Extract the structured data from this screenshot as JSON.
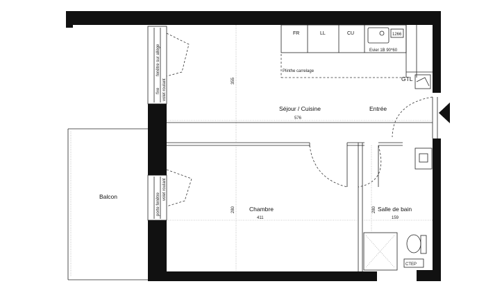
{
  "rooms": {
    "sejour": "Séjour / Cuisine",
    "entree": "Entrée",
    "chambre": "Chambre",
    "sdb": "Salle de bain",
    "balcon": "Balcon"
  },
  "dimensions": {
    "sejour_height": "355",
    "sejour_width": "576",
    "chambre_height": "280",
    "chambre_width": "411",
    "sdb_height": "280",
    "sdb_width": "159"
  },
  "kitchen": {
    "fr": "FR",
    "ll": "LL",
    "cu": "CU",
    "evier": "Evier 1B 90*60",
    "plinthe": "Plinthe carrelage",
    "hotte": "1266"
  },
  "windows": {
    "top_fixe": "fixe",
    "top_fenetre": "fenêtre sur allège",
    "top_volet": "volet roulant",
    "bottom_porte": "porte fenêtre",
    "bottom_volet": "volet roulant"
  },
  "equipment": {
    "gtl": "GTL",
    "ctep": "CTEP"
  },
  "colors": {
    "wall": "#111111",
    "line": "#222222",
    "background": "#ffffff"
  }
}
